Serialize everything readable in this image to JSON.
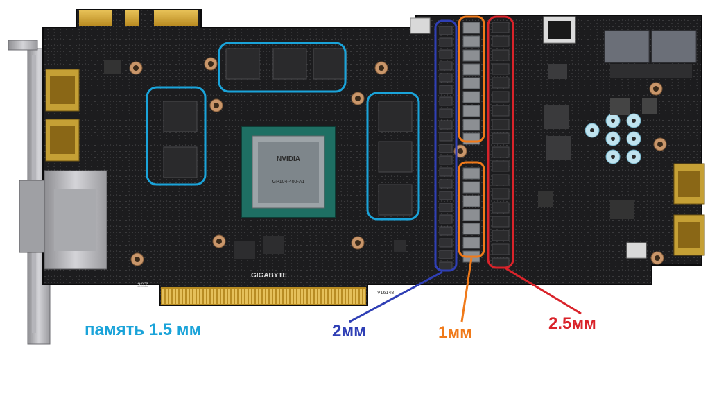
{
  "board": {
    "brand": "GIGABYTE",
    "gpu_marking": [
      "NVIDIA",
      "GP104-400-A1"
    ],
    "silkscreen": [
      "20Z",
      "V16148"
    ]
  },
  "annotations": {
    "memory": {
      "text": "память 1.5 мм",
      "color": "#1aa3d9"
    },
    "thickness_2mm": {
      "text": "2мм",
      "color": "#2f3fb5"
    },
    "thickness_1mm": {
      "text": "1мм",
      "color": "#f07a1a"
    },
    "thickness_2_5mm": {
      "text": "2.5мм",
      "color": "#d9232a"
    }
  },
  "colors": {
    "pcb": "#1d1d1f",
    "chip": "#2c2c2e",
    "gold": "#d4a62a",
    "copper": "#c9966a"
  }
}
